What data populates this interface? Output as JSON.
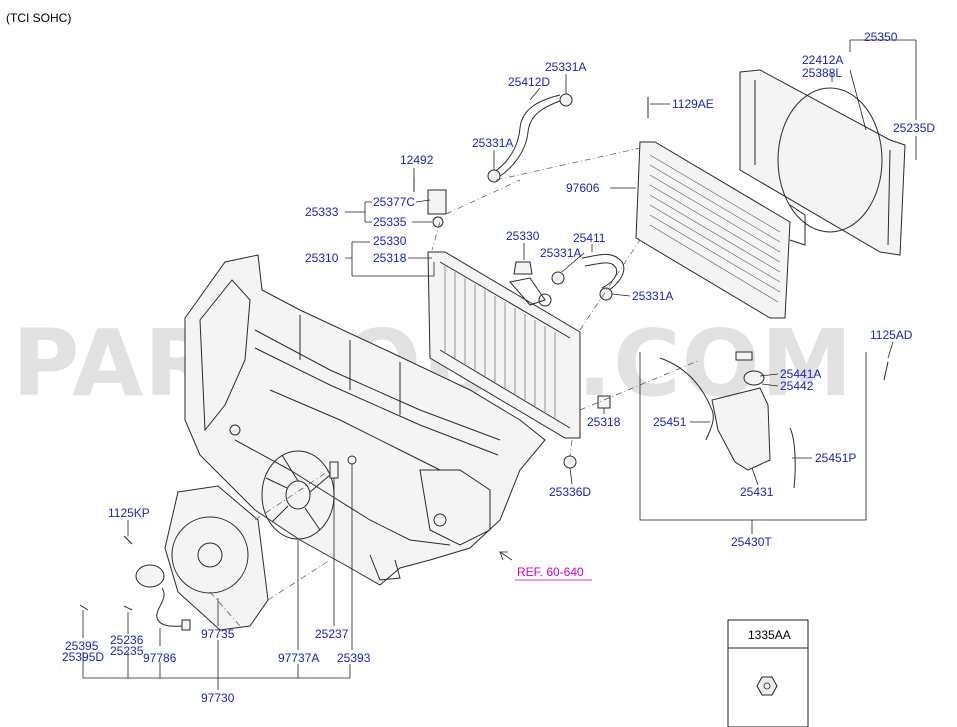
{
  "header": {
    "caption": "(TCI SOHC)"
  },
  "watermark": {
    "text": "PARTSOUQ.COM"
  },
  "reference": {
    "label": "REF. 60-640"
  },
  "legend_box": {
    "part_no": "1335AA"
  },
  "colors": {
    "part_number": "#1a22c8",
    "reference": "#cc00cc",
    "watermark": "#c9c9c9"
  },
  "labels": {
    "p25331A_top": "25331A",
    "p25412D": "25412D",
    "p25331A_mid": "25331A",
    "p12492": "12492",
    "p25377C": "25377C",
    "p25333": "25333",
    "p25335": "25335",
    "p25330_a": "25330",
    "p25310": "25310",
    "p25318_a": "25318",
    "p25330_b": "25330",
    "p25411": "25411",
    "p25331A_c": "25331A",
    "p25331A_d": "25331A",
    "p1129AE": "1129AE",
    "p97606": "97606",
    "p25350": "25350",
    "p22412A": "22412A",
    "p25388L": "25388L",
    "p25235D_a": "25235D",
    "p1125AD": "1125AD",
    "p25441A": "25441A",
    "p25442": "25442",
    "p25451": "25451",
    "p25451P": "25451P",
    "p25431": "25431",
    "p25430T": "25430T",
    "p25318_b": "25318",
    "p25336D": "25336D",
    "p1125KP": "1125KP",
    "p25395": "25395",
    "p25395D": "25395D",
    "p25236": "25236",
    "p25235": "25235",
    "p97786": "97786",
    "p97735": "97735",
    "p97737A": "97737A",
    "p25237": "25237",
    "p25393": "25393",
    "p97730": "97730"
  }
}
